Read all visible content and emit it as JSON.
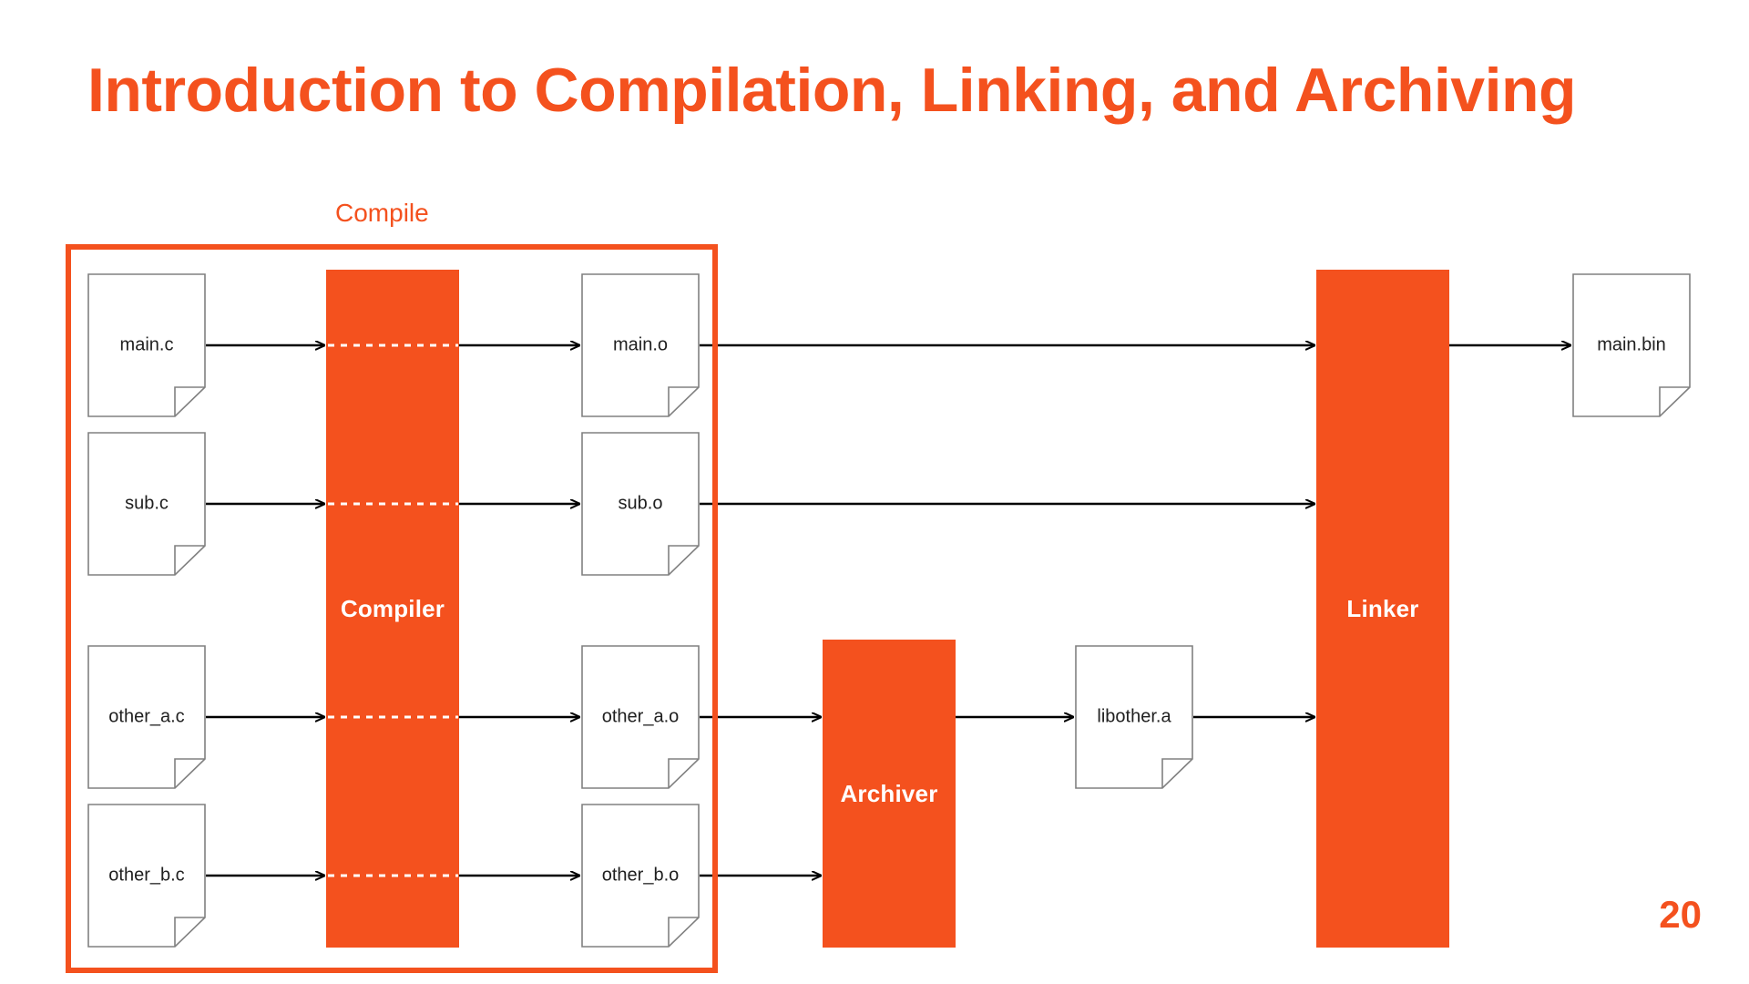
{
  "slide": {
    "title": "Introduction to Compilation, Linking, and Archiving",
    "page_number": "20",
    "accent_color": "#F4511E",
    "background_color": "#FFFFFF",
    "text_color": "#202020",
    "doc_border_color": "#808080"
  },
  "groups": [
    {
      "id": "compile",
      "label": "Compile",
      "border_color": "#F4511E"
    }
  ],
  "processes": [
    {
      "id": "compiler",
      "label": "Compiler",
      "fill": "#F4511E",
      "text_color": "#FFFFFF"
    },
    {
      "id": "archiver",
      "label": "Archiver",
      "fill": "#F4511E",
      "text_color": "#FFFFFF"
    },
    {
      "id": "linker",
      "label": "Linker",
      "fill": "#F4511E",
      "text_color": "#FFFFFF"
    }
  ],
  "documents": [
    {
      "id": "main-c",
      "label": "main.c",
      "column": "source"
    },
    {
      "id": "sub-c",
      "label": "sub.c",
      "column": "source"
    },
    {
      "id": "other-a-c",
      "label": "other_a.c",
      "column": "source"
    },
    {
      "id": "other-b-c",
      "label": "other_b.c",
      "column": "source"
    },
    {
      "id": "main-o",
      "label": "main.o",
      "column": "object"
    },
    {
      "id": "sub-o",
      "label": "sub.o",
      "column": "object"
    },
    {
      "id": "other-a-o",
      "label": "other_a.o",
      "column": "object"
    },
    {
      "id": "other-b-o",
      "label": "other_b.o",
      "column": "object"
    },
    {
      "id": "libother-a",
      "label": "libother.a",
      "column": "archive"
    },
    {
      "id": "main-bin",
      "label": "main.bin",
      "column": "binary"
    }
  ],
  "flows": [
    {
      "from": "main-c",
      "through": "compiler",
      "to": "main-o"
    },
    {
      "from": "sub-c",
      "through": "compiler",
      "to": "sub-o"
    },
    {
      "from": "other-a-c",
      "through": "compiler",
      "to": "other-a-o"
    },
    {
      "from": "other-b-c",
      "through": "compiler",
      "to": "other-b-o"
    },
    {
      "from": "other-a-o",
      "through": "archiver",
      "to": "libother-a"
    },
    {
      "from": "other-b-o",
      "through": "archiver",
      "to": "libother-a"
    },
    {
      "from": "main-o",
      "through": "linker",
      "to": "main-bin"
    },
    {
      "from": "sub-o",
      "through": "linker",
      "to": "main-bin"
    },
    {
      "from": "libother-a",
      "through": "linker",
      "to": "main-bin"
    }
  ]
}
